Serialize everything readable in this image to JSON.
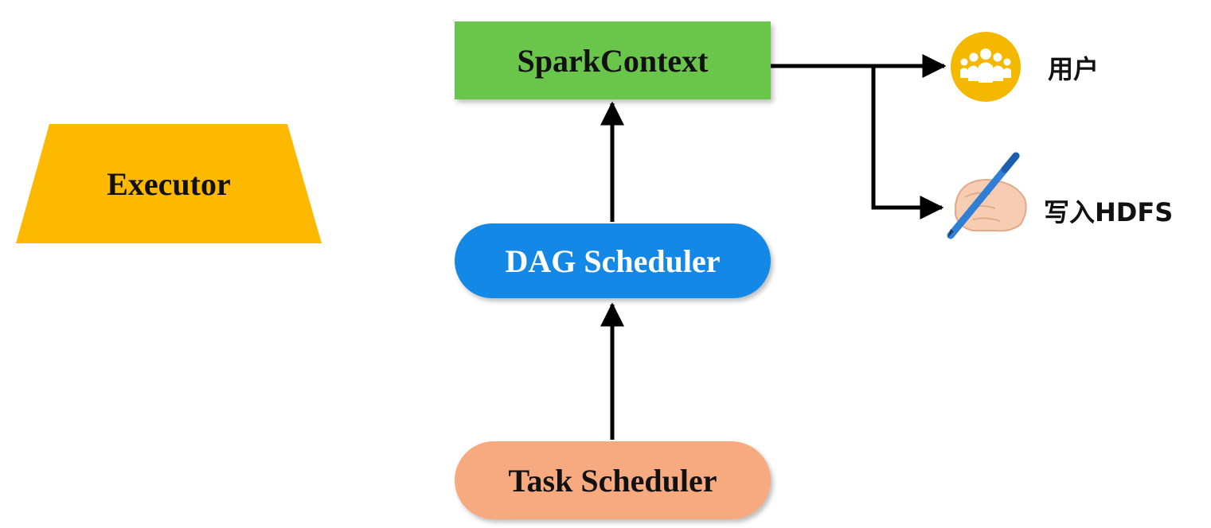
{
  "diagram": {
    "nodes": {
      "spark_context": "SparkContext",
      "dag_scheduler": "DAG Scheduler",
      "task_scheduler": "Task Scheduler",
      "executor": "Executor"
    },
    "outputs": {
      "user": "用户",
      "write_hdfs": "写入HDFS"
    },
    "icons": {
      "user": "users-group-icon",
      "write_hdfs": "hand-writing-pen-icon"
    },
    "colors": {
      "spark_context": "#6ac64a",
      "dag_scheduler": "#1488e6",
      "task_scheduler": "#f7aa7f",
      "executor": "#fdb900",
      "user_icon": "#f5b800",
      "pen": "#2f7fd6",
      "arrow": "#000000"
    }
  }
}
